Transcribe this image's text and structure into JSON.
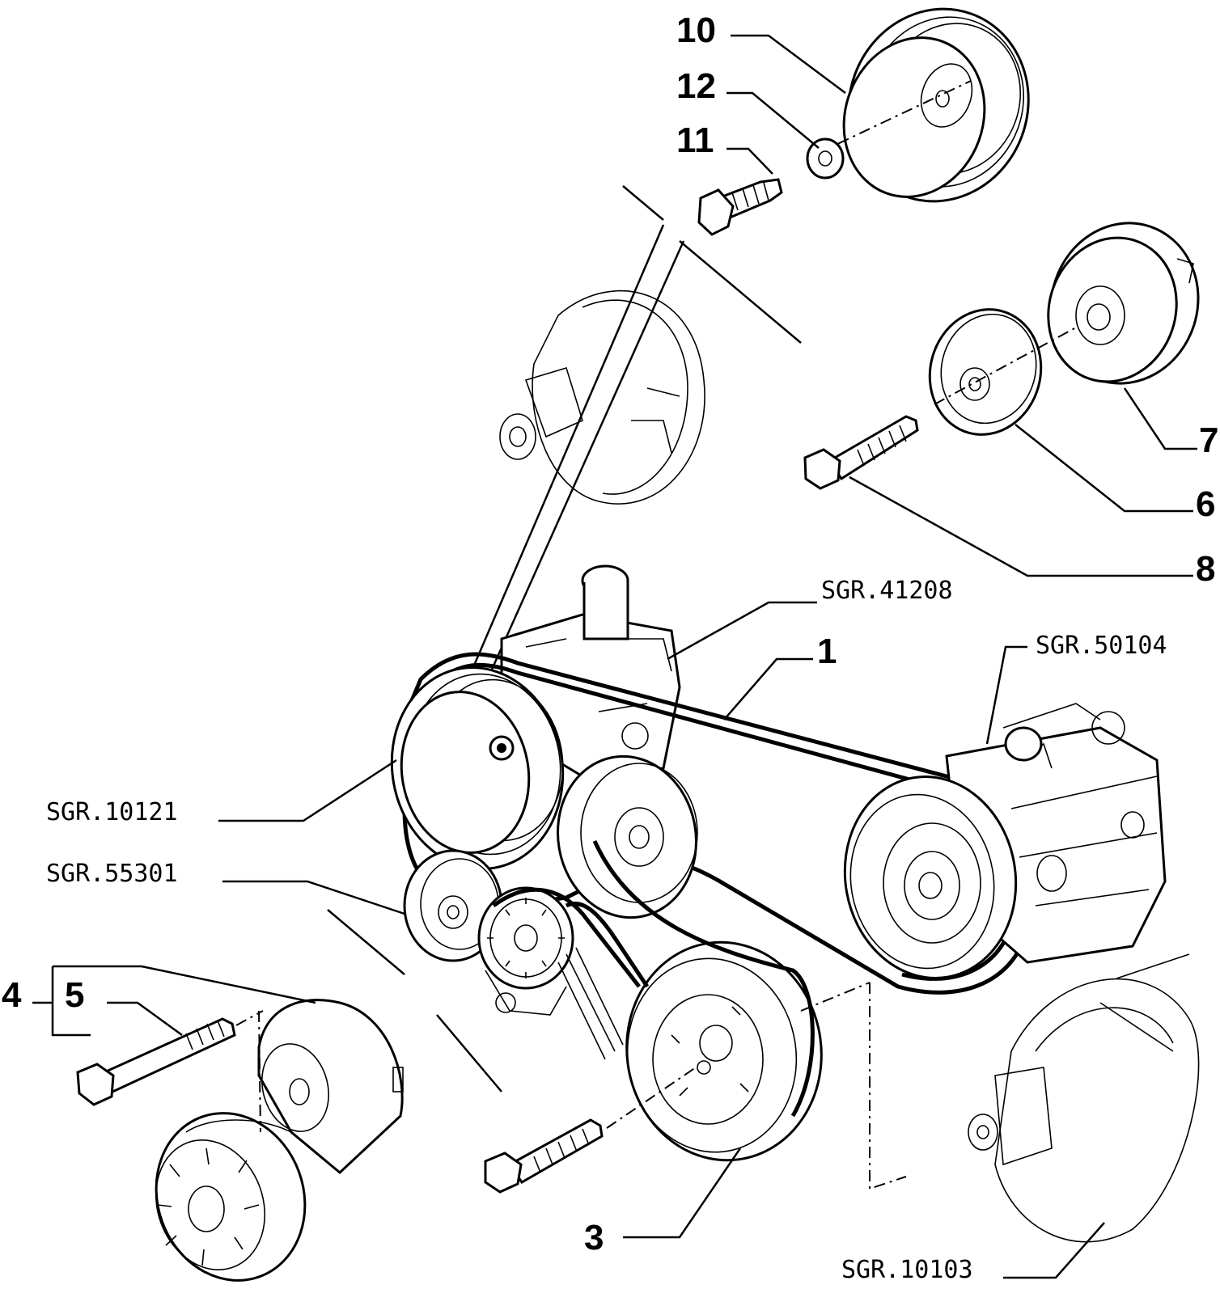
{
  "callouts": {
    "n1": "1",
    "n3": "3",
    "n4": "4",
    "n5": "5",
    "n6": "6",
    "n7": "7",
    "n8": "8",
    "n10": "10",
    "n11": "11",
    "n12": "12",
    "sgr41208": "SGR.41208",
    "sgr50104": "SGR.50104",
    "sgr10121": "SGR.10121",
    "sgr55301": "SGR.55301",
    "sgr10103": "SGR.10103"
  }
}
